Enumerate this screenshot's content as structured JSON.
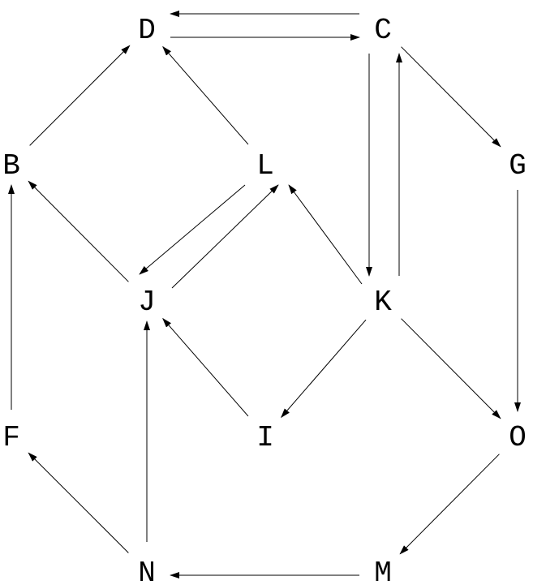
{
  "diagram": {
    "type": "directed-graph",
    "colors": {
      "stroke": "#000000",
      "text": "#000000",
      "background": "#ffffff"
    },
    "nodes": [
      "D",
      "C",
      "B",
      "L",
      "G",
      "J",
      "K",
      "F",
      "I",
      "O",
      "N",
      "M"
    ],
    "edges": [
      {
        "from": "C",
        "to": "D"
      },
      {
        "from": "D",
        "to": "C"
      },
      {
        "from": "B",
        "to": "D"
      },
      {
        "from": "L",
        "to": "D"
      },
      {
        "from": "L",
        "to": "J"
      },
      {
        "from": "J",
        "to": "L"
      },
      {
        "from": "J",
        "to": "B"
      },
      {
        "from": "K",
        "to": "L"
      },
      {
        "from": "C",
        "to": "K"
      },
      {
        "from": "K",
        "to": "C"
      },
      {
        "from": "C",
        "to": "G"
      },
      {
        "from": "G",
        "to": "O"
      },
      {
        "from": "K",
        "to": "I"
      },
      {
        "from": "K",
        "to": "O"
      },
      {
        "from": "I",
        "to": "J"
      },
      {
        "from": "N",
        "to": "J"
      },
      {
        "from": "N",
        "to": "F"
      },
      {
        "from": "F",
        "to": "B"
      },
      {
        "from": "O",
        "to": "M"
      },
      {
        "from": "M",
        "to": "N"
      }
    ]
  }
}
